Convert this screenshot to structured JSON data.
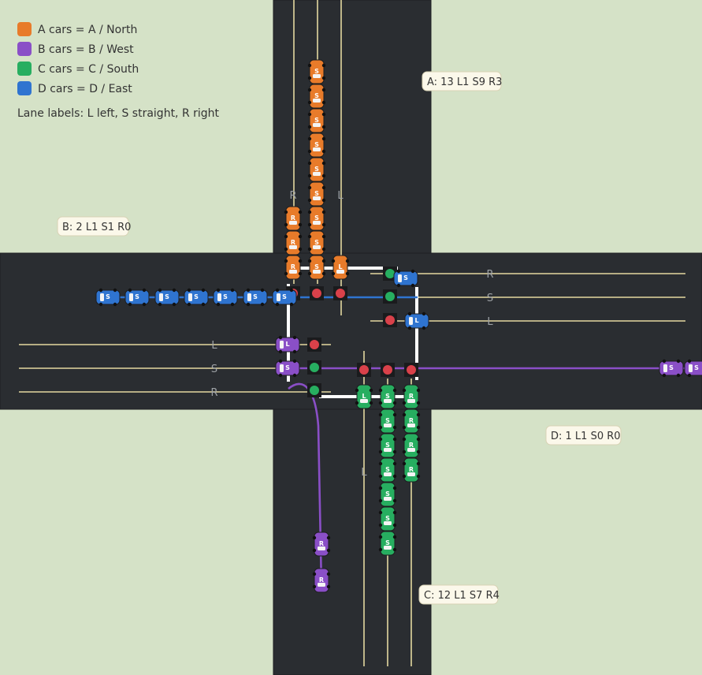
{
  "legend": {
    "items": [
      {
        "label": "A cars = A / North",
        "color": "#e87b2a"
      },
      {
        "label": "B cars = B / West",
        "color": "#8a4fc7"
      },
      {
        "label": "C cars = C / South",
        "color": "#27ae60"
      },
      {
        "label": "D cars = D / East",
        "color": "#2f74d0"
      }
    ],
    "note": "Lane labels: L left, S straight, R right"
  },
  "approaches": {
    "A": {
      "summary": "A: 13 L1 S9 R3",
      "lane_labels": [
        "R",
        "L"
      ],
      "queue": [
        "S",
        "S",
        "S",
        "S",
        "S",
        "S",
        "S",
        "S",
        "S",
        "R",
        "R",
        "R",
        "L"
      ]
    },
    "B": {
      "summary": "B: 2 L1 S1 R0",
      "lane_labels": [
        "L",
        "S",
        "R"
      ],
      "queue": [
        "L",
        "S"
      ]
    },
    "C": {
      "summary": "C: 12 L1 S7 R4",
      "lane_labels": [
        "L"
      ],
      "queue": [
        "L",
        "S",
        "S",
        "S",
        "S",
        "S",
        "S",
        "S",
        "R",
        "R",
        "R",
        "R"
      ]
    },
    "D": {
      "summary": "D: 1 L1 S0 R0",
      "lane_labels": [
        "R",
        "S",
        "L"
      ],
      "queue": [
        "L"
      ]
    }
  },
  "moving_cars": [
    {
      "group": "B",
      "movement": "S"
    },
    {
      "group": "B",
      "movement": "S"
    },
    {
      "group": "B",
      "movement": "R"
    },
    {
      "group": "B",
      "movement": "R"
    },
    {
      "group": "D",
      "movement": "S"
    },
    {
      "group": "D",
      "movement": "S"
    },
    {
      "group": "D",
      "movement": "S"
    },
    {
      "group": "D",
      "movement": "S"
    },
    {
      "group": "D",
      "movement": "S"
    },
    {
      "group": "D",
      "movement": "S"
    },
    {
      "group": "D",
      "movement": "S"
    },
    {
      "group": "D",
      "movement": "S"
    }
  ],
  "signals": {
    "A": [
      "red",
      "red",
      "red"
    ],
    "B": [
      "red",
      "green",
      "green"
    ],
    "C": [
      "red",
      "red",
      "red"
    ],
    "D": [
      "green",
      "green",
      "red"
    ]
  },
  "colors": {
    "grass": "#d5e2c7",
    "road": "#2a2d31",
    "lane_line": "#e4d8a0",
    "stop_line": "#ffffff",
    "signal_red": "#d9414a",
    "signal_green": "#27ae60",
    "signal_housing": "#1a1b1d"
  }
}
